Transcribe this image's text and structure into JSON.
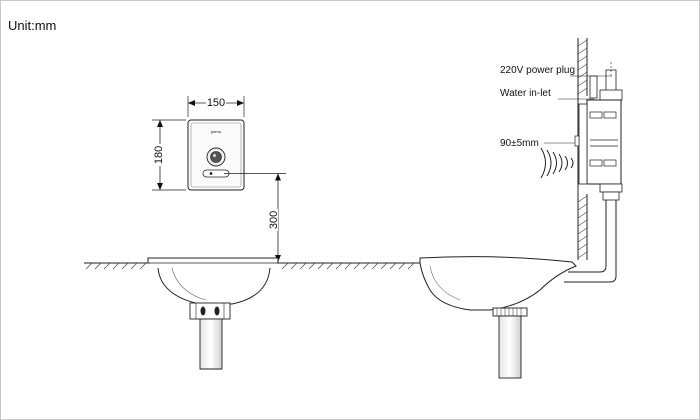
{
  "unit_label": "Unit:mm",
  "dimensions": {
    "width": "150",
    "height": "180",
    "mount_height": "300"
  },
  "side_labels": {
    "power": "220V power plug",
    "water": "Water in-let",
    "spacing": "90±5mm"
  },
  "brand_mark": "pemo"
}
